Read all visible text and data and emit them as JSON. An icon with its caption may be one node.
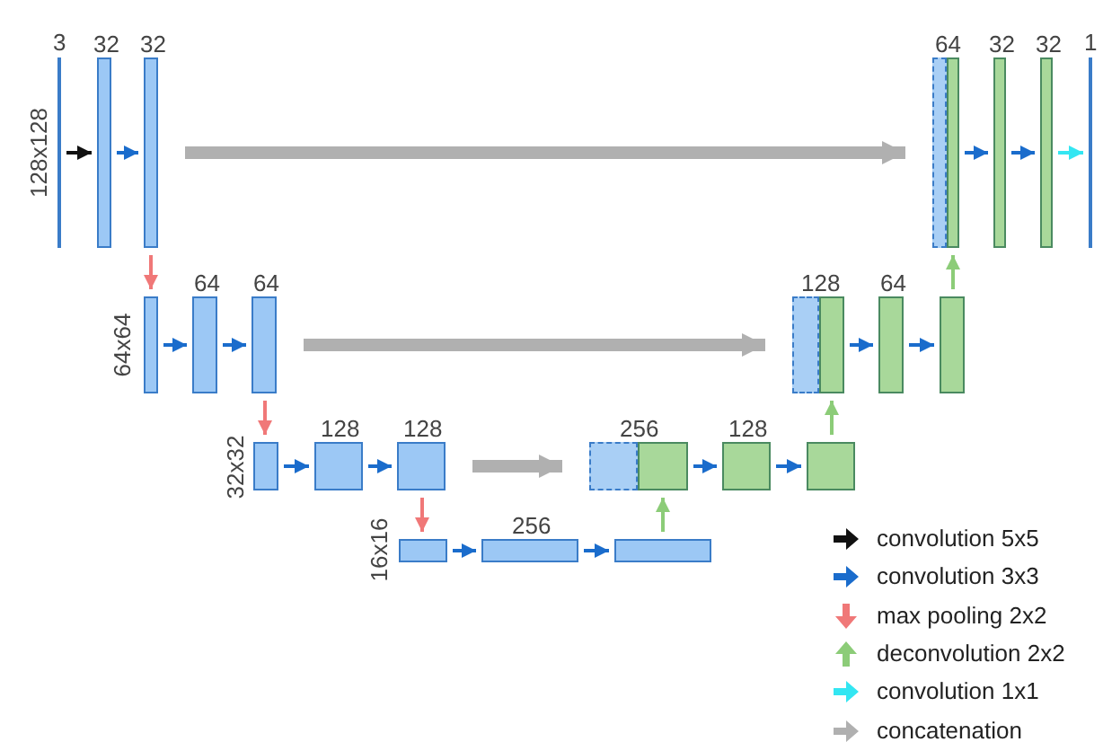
{
  "diagram": {
    "nodes": [
      {
        "text": [
          "3"
        ]
      },
      {
        "text": [
          "32"
        ]
      },
      {
        "text": [
          "32"
        ]
      },
      {
        "text": [],
        "shape": "bar"
      },
      {
        "text": [
          "64"
        ]
      },
      {
        "text": [
          "32"
        ]
      },
      {
        "text": [
          "32"
        ]
      },
      {
        "text": [
          "1"
        ]
      },
      {
        "text": [],
        "shape": "bar"
      },
      {
        "text": [
          "64"
        ]
      },
      {
        "text": [
          "64"
        ]
      },
      {
        "text": [],
        "shape": "bar"
      },
      {
        "text": [
          "128"
        ]
      },
      {
        "text": [
          "64"
        ]
      },
      {
        "text": [],
        "shape": "bar"
      },
      {
        "text": [],
        "shape": "bar"
      },
      {
        "text": [
          "128"
        ]
      },
      {
        "text": [
          "128"
        ]
      },
      {
        "text": [],
        "shape": "bar"
      },
      {
        "text": [
          "256"
        ]
      },
      {
        "text": [
          "128"
        ]
      },
      {
        "text": [],
        "shape": "bar"
      },
      {
        "text": [],
        "shape": "bar"
      },
      {
        "text": [
          "256"
        ]
      },
      {
        "text": [],
        "shape": "bar"
      }
    ],
    "edges": [
      {
        "from": 0,
        "to": 1,
        "arrow": "to",
        "color": "#111111"
      },
      {
        "from": 1,
        "to": 2,
        "arrow": "to"
      },
      {
        "from": 2,
        "to": 3,
        "arrow": "to",
        "style": "thick",
        "color": "#b0b0b0"
      },
      {
        "from": 4,
        "to": 5,
        "arrow": "to"
      },
      {
        "from": 5,
        "to": 6,
        "arrow": "to"
      },
      {
        "from": 6,
        "to": 7,
        "arrow": "to",
        "color": "#33e6f2"
      },
      {
        "from": 2,
        "to": 8,
        "arrow": "to",
        "color": "#f07878"
      },
      {
        "from": 8,
        "to": 9,
        "arrow": "to"
      },
      {
        "from": 9,
        "to": 10,
        "arrow": "to"
      },
      {
        "from": 10,
        "to": 11,
        "arrow": "to",
        "style": "thick",
        "color": "#b0b0b0"
      },
      {
        "from": 12,
        "to": 13,
        "arrow": "to"
      },
      {
        "from": 13,
        "to": 14,
        "arrow": "to"
      },
      {
        "from": 14,
        "to": 4,
        "arrow": "to",
        "color": "#8ccc78"
      },
      {
        "from": 10,
        "to": 15,
        "arrow": "to",
        "color": "#f07878"
      },
      {
        "from": 15,
        "to": 16,
        "arrow": "to"
      },
      {
        "from": 16,
        "to": 17,
        "arrow": "to"
      },
      {
        "from": 17,
        "to": 18,
        "arrow": "to",
        "style": "thick",
        "color": "#b0b0b0"
      },
      {
        "from": 19,
        "to": 20,
        "arrow": "to"
      },
      {
        "from": 20,
        "to": 21,
        "arrow": "to"
      },
      {
        "from": 21,
        "to": 12,
        "arrow": "to",
        "color": "#8ccc78"
      },
      {
        "from": 17,
        "to": 22,
        "arrow": "to",
        "color": "#f07878"
      },
      {
        "from": 22,
        "to": 23,
        "arrow": "to"
      },
      {
        "from": 23,
        "to": 24,
        "arrow": "to"
      },
      {
        "from": 24,
        "to": 19,
        "arrow": "to",
        "color": "#8ccc78"
      }
    ],
    "labels": [
      "128x128",
      "64x64",
      "32x32",
      "16x16"
    ],
    "legend": [
      {
        "text": "convolution 5x5",
        "color": "#111111"
      },
      {
        "text": "convolution 3x3",
        "color": "#1a6ccc"
      },
      {
        "text": "max pooling 2x2",
        "color": "#f07878"
      },
      {
        "text": "deconvolution 2x2",
        "color": "#8ccc78"
      },
      {
        "text": "convolution 1x1",
        "color": "#33e6f2"
      },
      {
        "text": "concatenation",
        "color": "#b0b0b0"
      }
    ]
  }
}
